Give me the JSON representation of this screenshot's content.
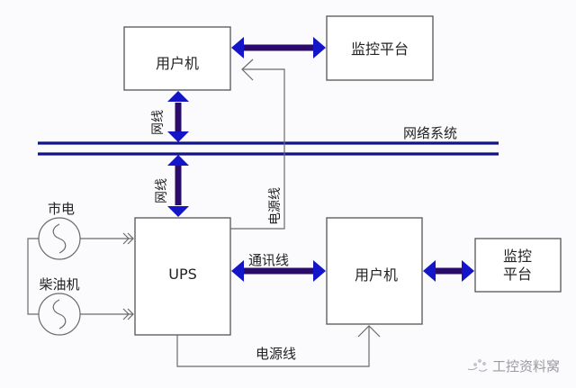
{
  "diagram": {
    "nodes": {
      "user_pc_top": "用户机",
      "monitor_top": "监控平台",
      "ups": "UPS",
      "user_pc_bottom": "用户机",
      "monitor_bottom_line1": "监控",
      "monitor_bottom_line2": "平台",
      "mains": "市电",
      "diesel": "柴油机"
    },
    "labels": {
      "network_system": "网络系统",
      "net_cable_top": "网线",
      "net_cable_bottom": "网线",
      "power_cable_vertical": "电源线",
      "comm_cable": "通讯线",
      "power_cable_bottom": "电源线"
    },
    "colors": {
      "bus": "#10138a",
      "arrow_shaft": "#2a0a6a",
      "arrow_head": "#1414c8",
      "box_stroke": "#555555",
      "thin_line": "#6a6a6a"
    }
  },
  "watermark": {
    "text": "工控资料窝",
    "icon": "wechat-icon"
  }
}
